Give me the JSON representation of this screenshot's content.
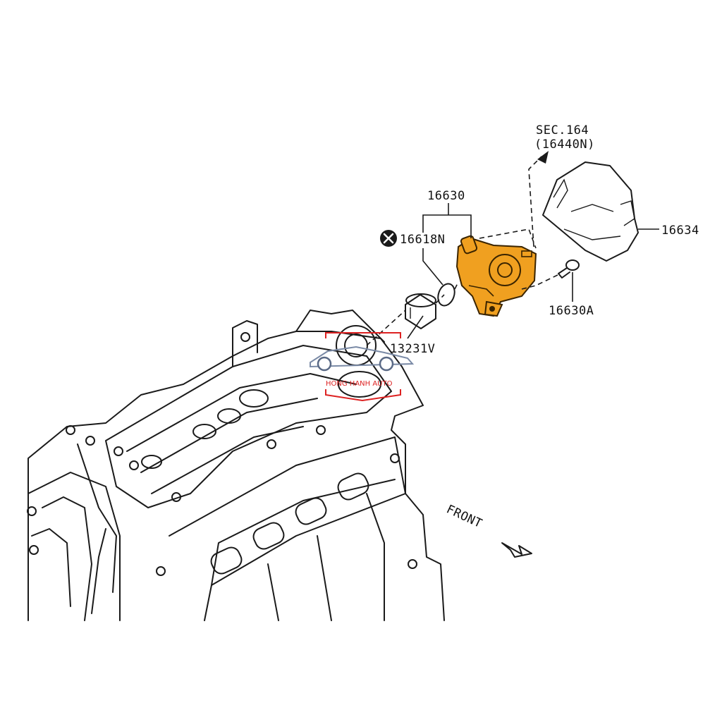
{
  "diagram": {
    "labels": {
      "sec_ref_line1": "SEC.164",
      "sec_ref_line2": "(16440N)",
      "part_16630": "16630",
      "part_16618n": "16618N",
      "part_16634": "16634",
      "part_16630a": "16630A",
      "part_13231v": "13231V",
      "front": "FRONT"
    },
    "watermark": "HONG HANH AUTO",
    "highlight_color": "#f0a020",
    "watermark_color": "#dd2222"
  }
}
